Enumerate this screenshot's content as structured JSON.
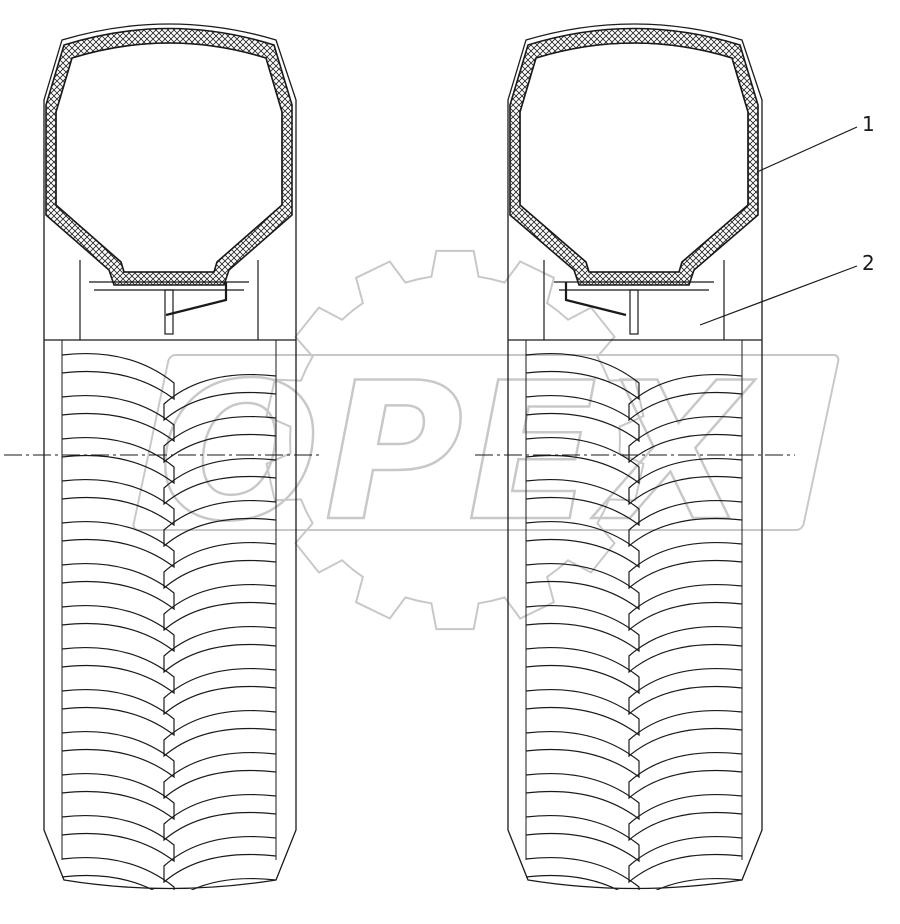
{
  "diagram": {
    "watermark": {
      "text": "OPEX"
    },
    "callouts": [
      {
        "id": "1",
        "label": "1"
      },
      {
        "id": "2",
        "label": "2"
      }
    ],
    "tires": [
      {
        "id": "left",
        "variant": "valve-right"
      },
      {
        "id": "right",
        "variant": "valve-left"
      }
    ],
    "tread": {
      "rows": 13
    },
    "colors": {
      "line": "#1a1a1a",
      "watermark": "#c8c8c8",
      "hatch": "#222222",
      "background": "#ffffff"
    }
  }
}
